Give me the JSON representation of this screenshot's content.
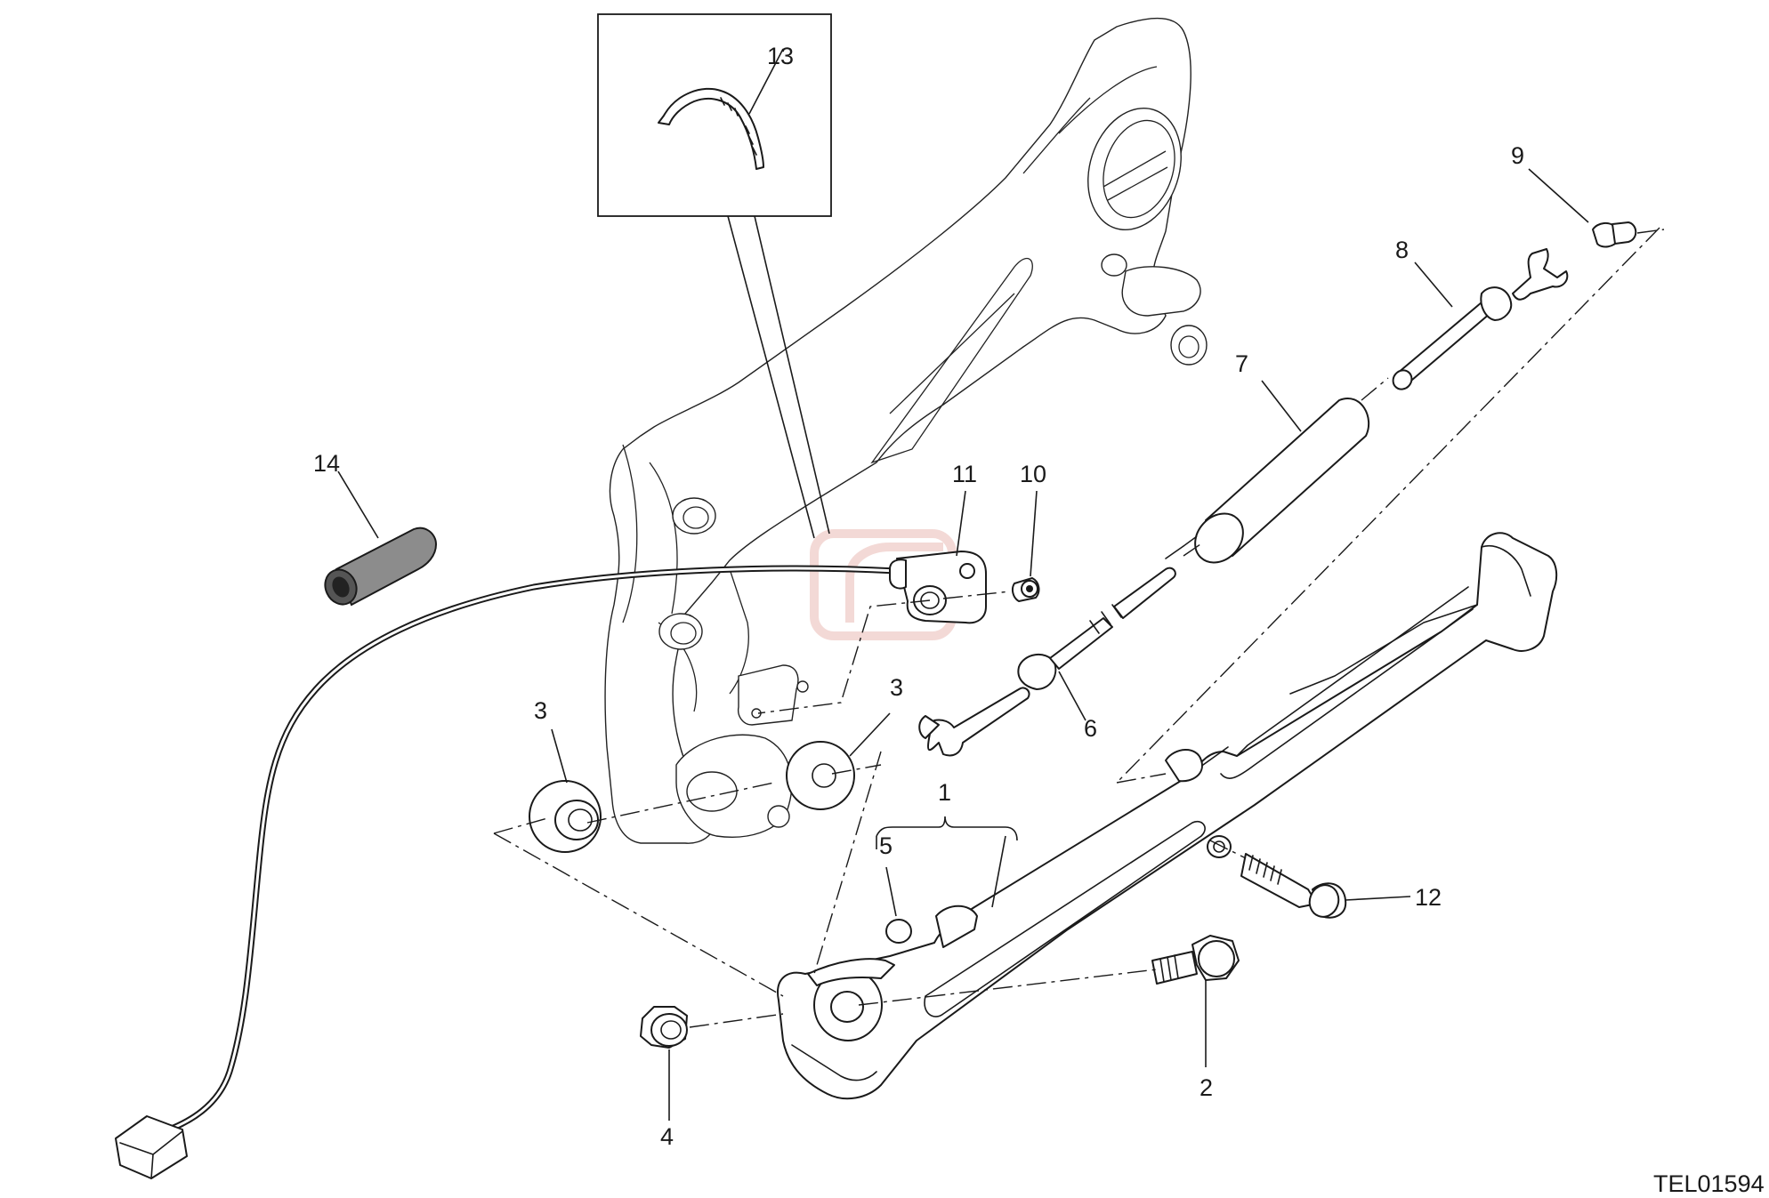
{
  "diagram": {
    "drawing_code": "TEL01594",
    "watermark_color": "#e8b5ae",
    "callouts": [
      {
        "id": "c1",
        "label": "1"
      },
      {
        "id": "c2",
        "label": "2"
      },
      {
        "id": "c3a",
        "label": "3"
      },
      {
        "id": "c3b",
        "label": "3"
      },
      {
        "id": "c4",
        "label": "4"
      },
      {
        "id": "c5",
        "label": "5"
      },
      {
        "id": "c6",
        "label": "6"
      },
      {
        "id": "c7",
        "label": "7"
      },
      {
        "id": "c8",
        "label": "8"
      },
      {
        "id": "c9",
        "label": "9"
      },
      {
        "id": "c10",
        "label": "10"
      },
      {
        "id": "c11",
        "label": "11"
      },
      {
        "id": "c12",
        "label": "12"
      },
      {
        "id": "c13",
        "label": "13"
      },
      {
        "id": "c14",
        "label": "14"
      }
    ]
  }
}
